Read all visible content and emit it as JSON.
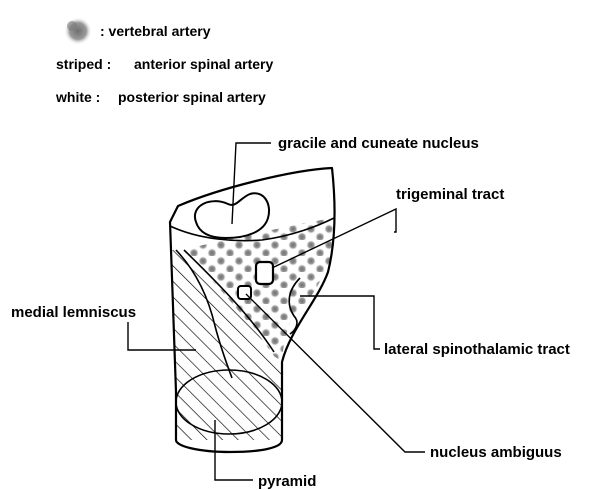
{
  "legend": {
    "vertebral": {
      "key": "",
      "text": ": vertebral artery"
    },
    "anterior": {
      "key": "striped :",
      "text": "anterior spinal artery"
    },
    "posterior": {
      "key": "white :",
      "text": "posterior spinal artery"
    }
  },
  "labels": {
    "gracile": "gracile and cuneate nucleus",
    "trigeminal": "trigeminal tract",
    "medial_lemniscus": "medial lemniscus",
    "lateral_spinothalamic": "lateral spinothalamic tract",
    "nucleus_ambiguus": "nucleus ambiguus",
    "pyramid": "pyramid"
  },
  "colors": {
    "ink": "#000000",
    "dot": "#8a8a8a",
    "background": "#ffffff"
  }
}
